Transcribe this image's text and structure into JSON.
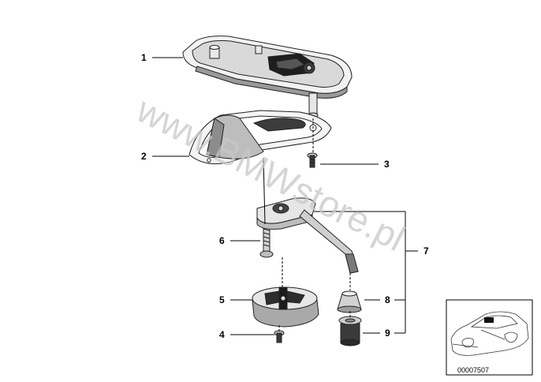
{
  "diagram": {
    "callouts": [
      {
        "id": "1",
        "label": "1"
      },
      {
        "id": "2",
        "label": "2"
      },
      {
        "id": "3",
        "label": "3"
      },
      {
        "id": "4",
        "label": "4"
      },
      {
        "id": "5",
        "label": "5"
      },
      {
        "id": "6",
        "label": "6"
      },
      {
        "id": "7",
        "label": "7"
      },
      {
        "id": "8",
        "label": "8"
      },
      {
        "id": "9",
        "label": "9"
      }
    ],
    "watermark": "www.BMWstore.pl",
    "inset": {
      "code": "00007507"
    }
  }
}
